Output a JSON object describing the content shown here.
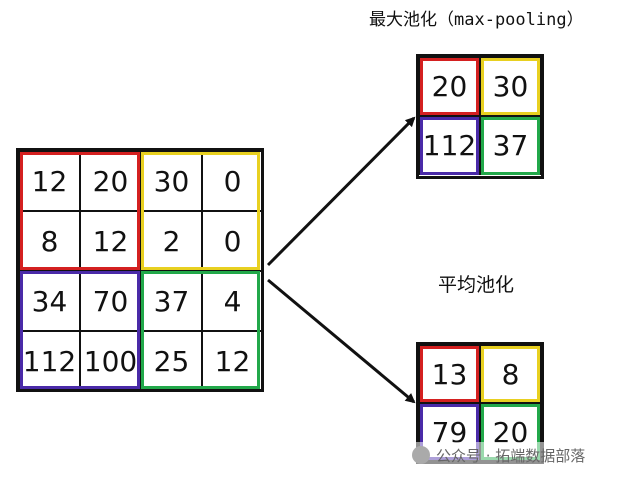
{
  "labels": {
    "max_pooling": "最大池化（max-pooling）",
    "avg_pooling": "平均池化"
  },
  "input_matrix": [
    [
      "12",
      "20",
      "30",
      "0"
    ],
    [
      "8",
      "12",
      "2",
      "0"
    ],
    [
      "34",
      "70",
      "37",
      "4"
    ],
    [
      "112",
      "100",
      "25",
      "12"
    ]
  ],
  "max_pool_output": [
    [
      "20",
      "30"
    ],
    [
      "112",
      "37"
    ]
  ],
  "avg_pool_output": [
    [
      "13",
      "8"
    ],
    [
      "79",
      "20"
    ]
  ],
  "colors": {
    "quad_top_left": "#d42020",
    "quad_top_right": "#e8d020",
    "quad_bottom_left": "#4a2aa8",
    "quad_bottom_right": "#22a84a",
    "arrow": "#111111"
  },
  "watermark": {
    "text": "公众号 · 拓端数据部落"
  }
}
